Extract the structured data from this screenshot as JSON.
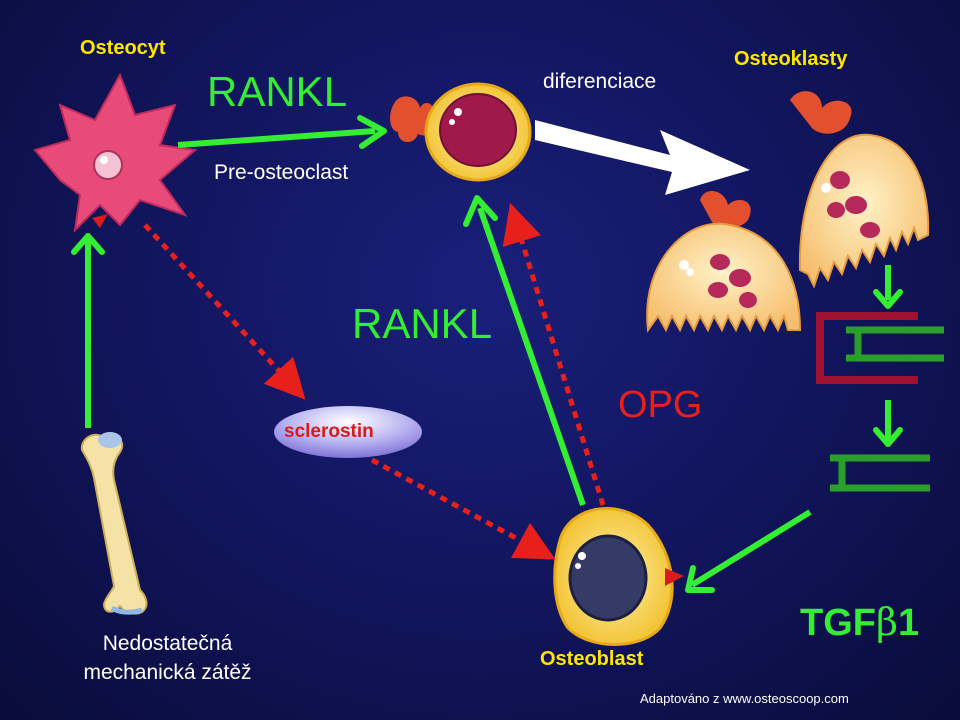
{
  "labels": {
    "osteocyte": "Osteocyt",
    "osteoclasts": "Osteoklasty",
    "rankl_top": "RANKL",
    "differentiation": "diferenciace",
    "pre_osteoclast": "Pre-osteoclast",
    "rankl_mid": "RANKL",
    "sclerostin": "sclerostin",
    "opg": "OPG",
    "mechanical_line1": "Nedostatečná",
    "mechanical_line2": "mechanická  zátěž",
    "osteoblast": "Osteoblast",
    "tgf_prefix": "TGF",
    "tgf_beta": "β",
    "tgf_suffix": "1",
    "credit": "Adaptováno  z www.osteoscoop.com"
  },
  "colors": {
    "background": "#121660",
    "green": "#33ee33",
    "red_dotted": "#e8201c",
    "label_yellow": "#ffe500",
    "inhibitor_dark_red": "#a01030",
    "inhibitor_green": "#2aa02a"
  }
}
